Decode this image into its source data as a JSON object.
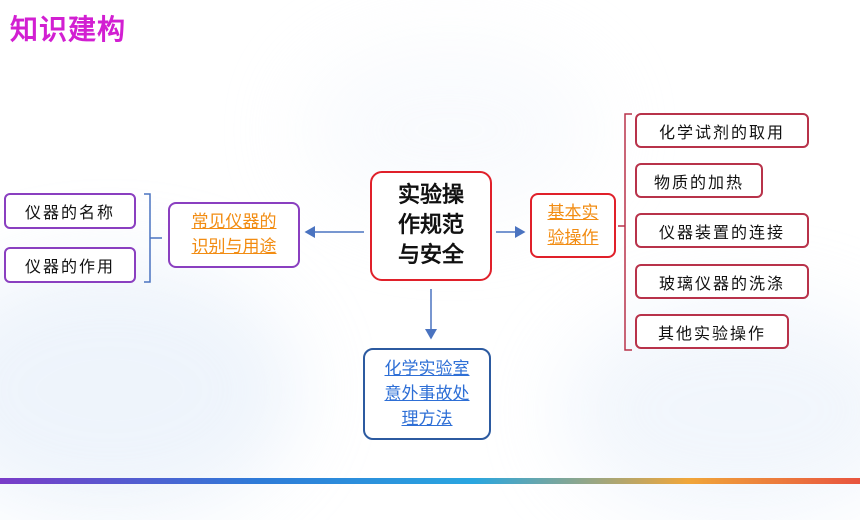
{
  "title": "知识建构",
  "center": {
    "lines": [
      "实验操",
      "作规范",
      "与安全"
    ]
  },
  "left_branch": {
    "lines": [
      "常见仪器的",
      "识别与用途"
    ],
    "items": [
      "仪器的名称",
      "仪器的作用"
    ]
  },
  "right_branch": {
    "lines": [
      "基本实",
      "验操作"
    ],
    "items": [
      "化学试剂的取用",
      "物质的加热",
      "仪器装置的连接",
      "玻璃仪器的洗涤",
      "其他实验操作"
    ]
  },
  "bottom_branch": {
    "lines": [
      "化学实验室",
      "意外事故处",
      "理方法"
    ]
  },
  "colors": {
    "title": "#d21fd2",
    "center_border": "#e0202a",
    "left_border": "#8a3fc0",
    "right_border": "#b8324a",
    "bottom_border": "#2c5aa0",
    "link_orange": "#f28c12",
    "link_blue": "#2e6fd6",
    "arrow": "#4a73c0"
  }
}
